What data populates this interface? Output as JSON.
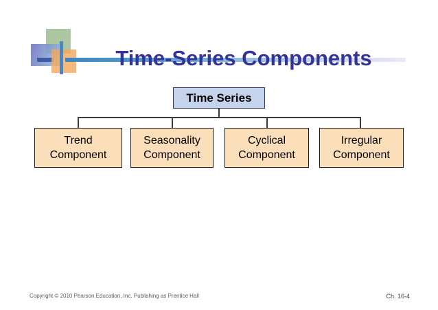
{
  "slide": {
    "title": "Time-Series Components",
    "title_color": "#333399",
    "logo_name": "pearson-squares-logo",
    "accent_bar_color": "#3a86c0"
  },
  "diagram": {
    "root": {
      "label": "Time Series",
      "fill": "#c5d4ec",
      "border": "#2f3a66"
    },
    "children": [
      {
        "line1": "Trend",
        "line2": "Component",
        "fill": "#fbdfba",
        "border": "#1a1a1a"
      },
      {
        "line1": "Seasonality",
        "line2": "Component",
        "fill": "#fbdfba",
        "border": "#1a1a1a"
      },
      {
        "line1": "Cyclical",
        "line2": "Component",
        "fill": "#fbdfba",
        "border": "#1a1a1a"
      },
      {
        "line1": "Irregular",
        "line2": "Component",
        "fill": "#fbdfba",
        "border": "#1a1a1a"
      }
    ]
  },
  "footer": {
    "copyright": "Copyright © 2010 Pearson Education, Inc. Publishing as Prentice Hall",
    "chapter": "Ch. 16-4"
  }
}
